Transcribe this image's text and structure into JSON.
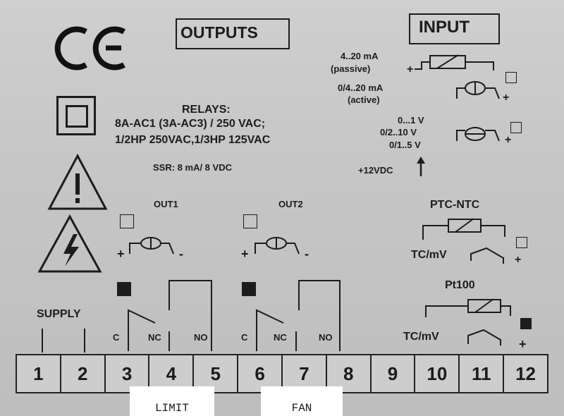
{
  "header": {
    "outputs_label": "OUTPUTS",
    "input_label": "INPUT"
  },
  "relays": {
    "title": "RELAYS:",
    "line1": "8A-AC1 (3A-AC3) / 250 VAC;",
    "line2": "1/2HP 250VAC,1/3HP 125VAC",
    "ssr": "SSR: 8 mA/ 8 VDC"
  },
  "outputs": {
    "out1": "OUT1",
    "out2": "OUT2",
    "plus": "+",
    "minus": "-",
    "c": "C",
    "nc": "NC",
    "no": "NO"
  },
  "supply_label": "SUPPLY",
  "inputs": {
    "ma_passive_1": "4..20 mA",
    "ma_passive_2": "(passive)",
    "ma_active_1": "0/4..20 mA",
    "ma_active_2": "(active)",
    "v1": "0...1 V",
    "v2": "0/2..10 V",
    "v3": "0/1..5 V",
    "vdc": "+12VDC",
    "ptc_ntc": "PTC-NTC",
    "tc_mv_1": "TC/mV",
    "pt100": "Pt100",
    "tc_mv_2": "TC/mV",
    "plus": "+"
  },
  "terminals": [
    "1",
    "2",
    "3",
    "4",
    "5",
    "6",
    "7",
    "8",
    "9",
    "10",
    "11",
    "12"
  ],
  "labels": {
    "limit": "LIMIT",
    "fan": "FAN"
  }
}
